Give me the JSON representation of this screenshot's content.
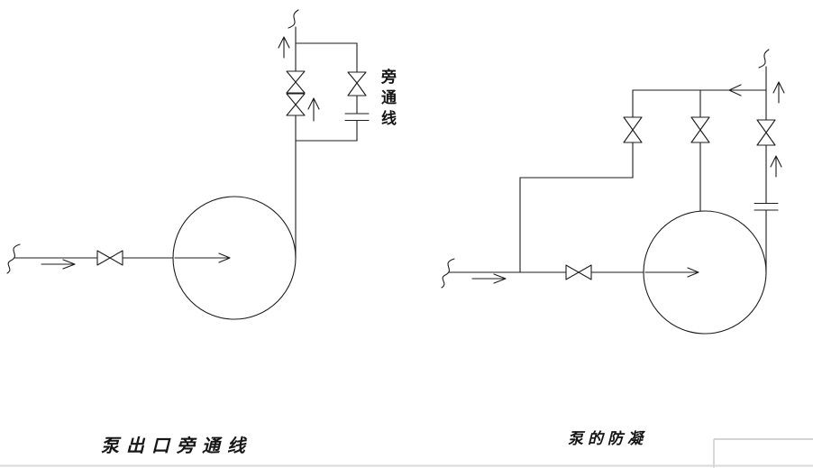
{
  "colors": {
    "line": "#1c1c1c",
    "background": "#ffffff",
    "ghost_border": "#c7c7c7"
  },
  "left_diagram": {
    "caption": "泵出口旁通线",
    "bypass_label": "旁通线"
  },
  "right_diagram": {
    "caption": "泵的防凝"
  }
}
